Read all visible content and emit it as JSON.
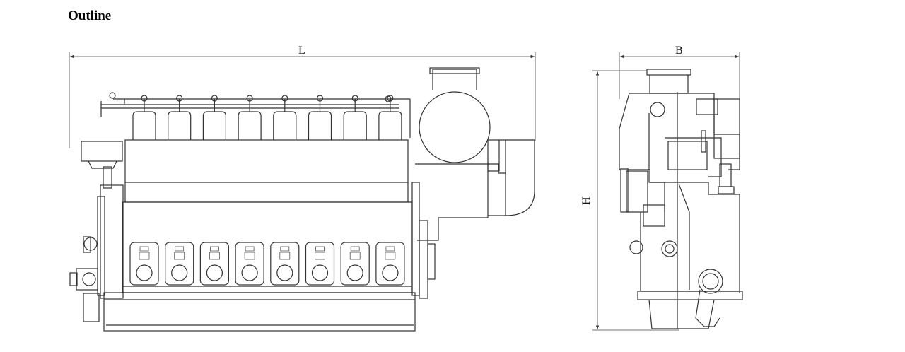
{
  "heading": "Outline",
  "dimensions": {
    "length": "L",
    "breadth": "B",
    "height": "H"
  },
  "drawing": {
    "cylinder_count": 8,
    "line_color": "#333333"
  }
}
